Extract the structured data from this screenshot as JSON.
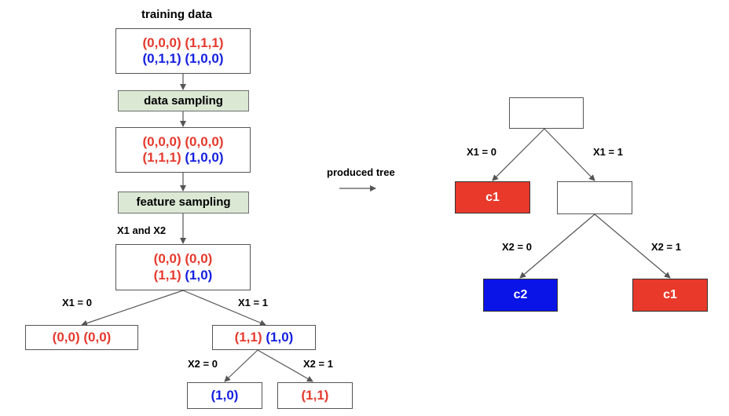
{
  "colors": {
    "class1": "#e8392a",
    "class2": "#0a14e6",
    "process_fill": "#dbe8d4"
  },
  "left": {
    "title": "training data",
    "training_box": {
      "l1a": "(0,0,0)",
      "l1b": "(1,1,1)",
      "l2a": "(0,1,1)",
      "l2b": "(1,0,0)"
    },
    "data_sampling": "data sampling",
    "sampled_box": {
      "l1a": "(0,0,0)",
      "l1b": "(0,0,0)",
      "l2a": "(1,1,1)",
      "l2b": "(1,0,0)"
    },
    "feature_sampling": "feature sampling",
    "feature_label": "X1 and X2",
    "root_box": {
      "l1a": "(0,0)",
      "l1b": "(0,0)",
      "l2a": "(1,1)",
      "l2b": "(1,0)"
    },
    "edge_x1_0": "X1 = 0",
    "edge_x1_1": "X1 = 1",
    "left_leaf": {
      "a": "(0,0)",
      "b": "(0,0)"
    },
    "right_node": {
      "a": "(1,1)",
      "b": "(1,0)"
    },
    "edge_x2_0": "X2 = 0",
    "edge_x2_1": "X2 = 1",
    "leaf_blue": "(1,0)",
    "leaf_red": "(1,1)"
  },
  "middle": {
    "produced_label": "produced tree"
  },
  "right": {
    "edge_x1_0": "X1 = 0",
    "edge_x1_1": "X1 = 1",
    "c1_top": "c1",
    "edge_x2_0": "X2 = 0",
    "edge_x2_1": "X2 = 1",
    "c2": "c2",
    "c1_bottom": "c1"
  }
}
